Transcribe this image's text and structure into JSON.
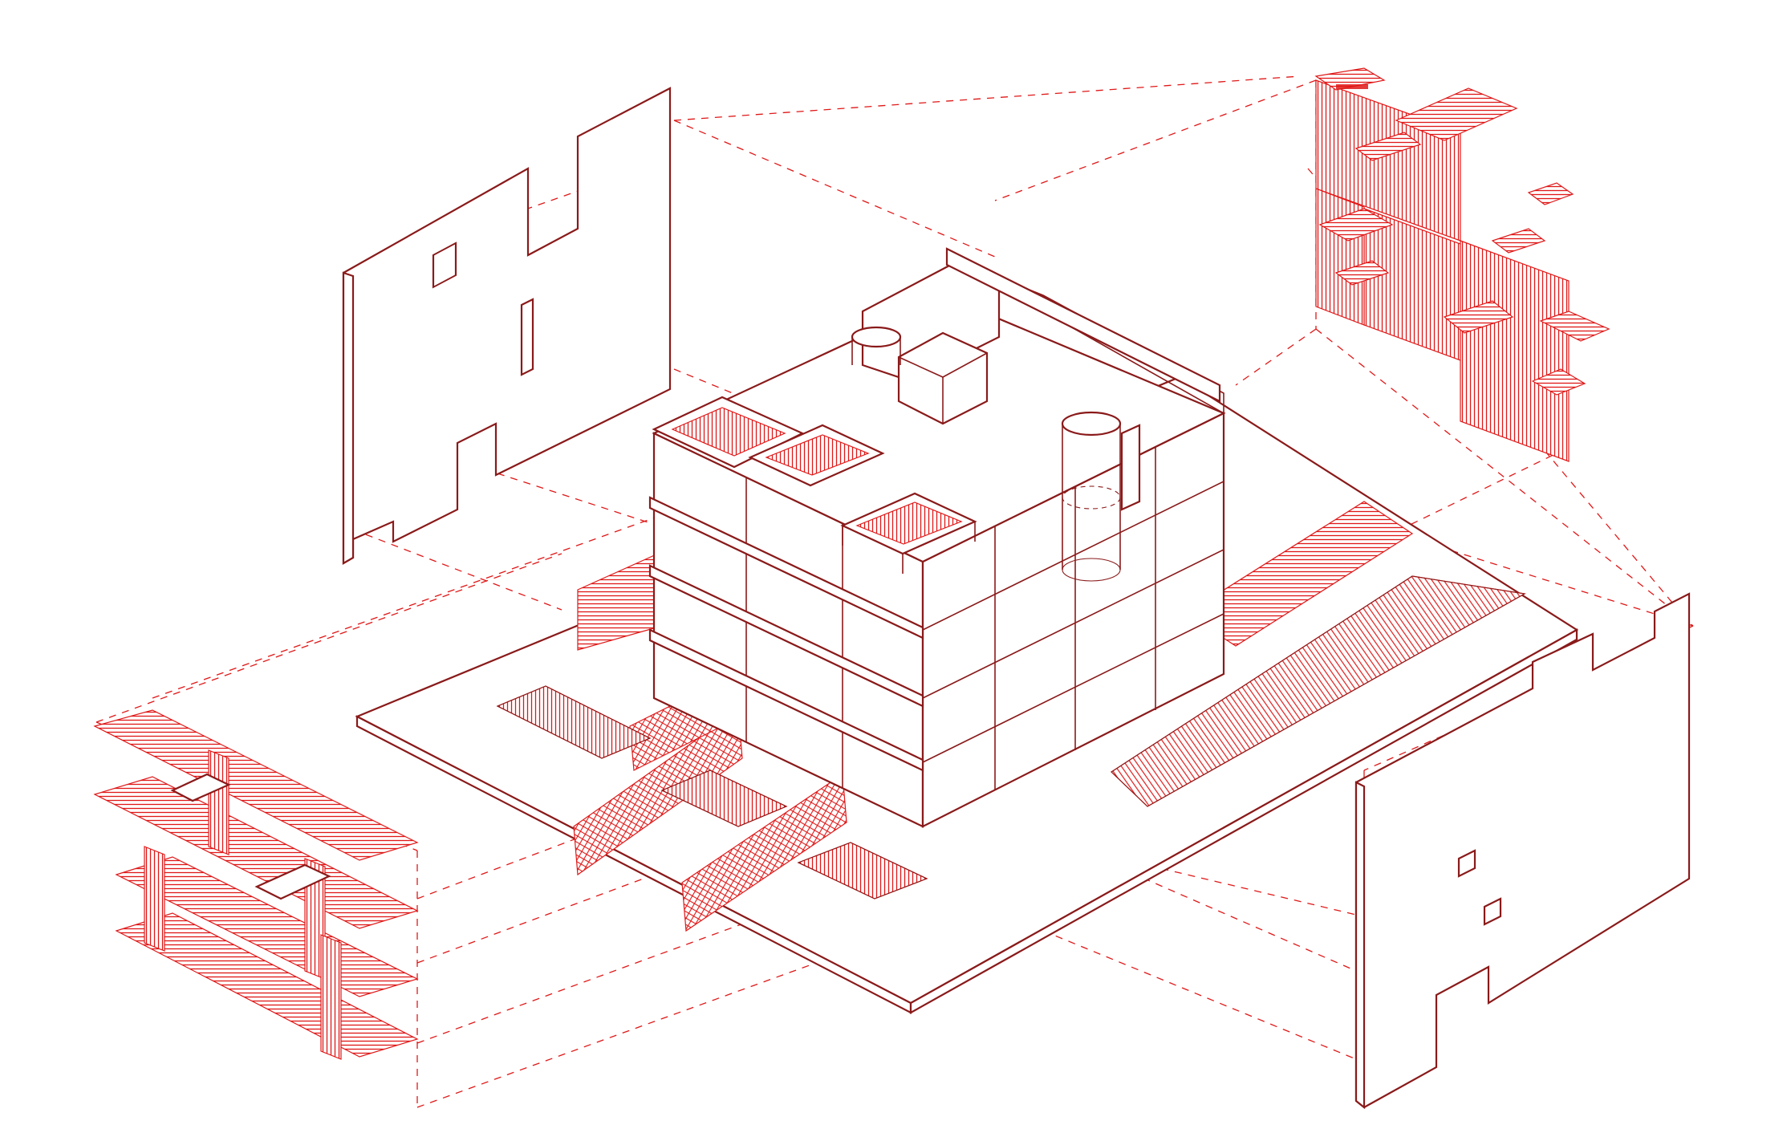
{
  "diagram": {
    "type": "exploded-axonometric",
    "colors": {
      "line": "#8a1a1a",
      "accent": "#e01818",
      "background": "#ffffff"
    },
    "parts": [
      "wall-panel-top-left",
      "facade-screen-top-right",
      "facade-screen-bottom-left",
      "wall-panel-bottom-right",
      "base-platform",
      "building-block",
      "pool-basins",
      "spiral-stair-cylinder",
      "ramp"
    ]
  }
}
